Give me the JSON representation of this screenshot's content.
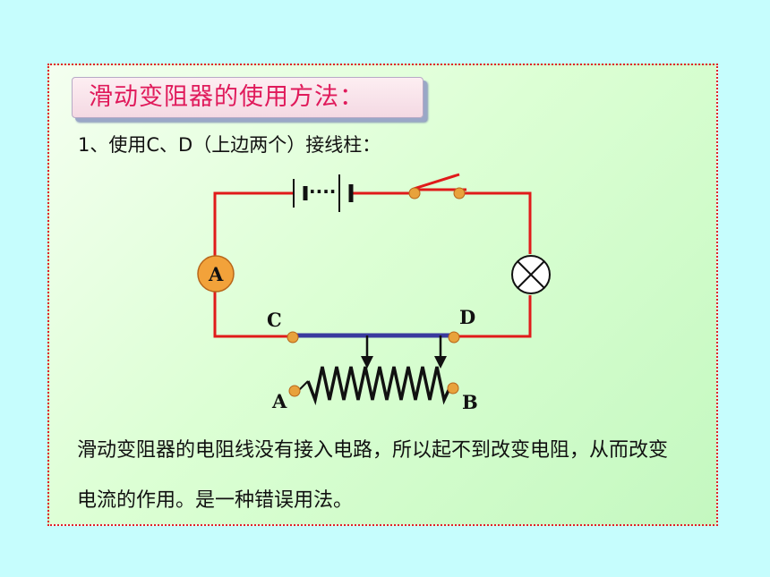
{
  "title": "滑动变阻器的使用方法：",
  "step": "1、使用C、D（上边两个）接线柱：",
  "description": "滑动变阻器的电阻线没有接入电路，所以起不到改变电阻，从而改变电流的作用。是一种错误用法。",
  "diagram": {
    "ammeter_label": "A",
    "terminal_c": "C",
    "terminal_d": "D",
    "terminal_a": "A",
    "terminal_b": "B",
    "battery_dots": "····",
    "components": [
      "battery",
      "switch",
      "lamp",
      "ammeter",
      "slide-rheostat"
    ]
  },
  "colors": {
    "wire": "#e01a1a",
    "title_text": "#e01a5b",
    "rod": "#3a3a9e",
    "terminal": "#e8a23c",
    "border": "#e0202a",
    "background": "#c6fdfd"
  }
}
